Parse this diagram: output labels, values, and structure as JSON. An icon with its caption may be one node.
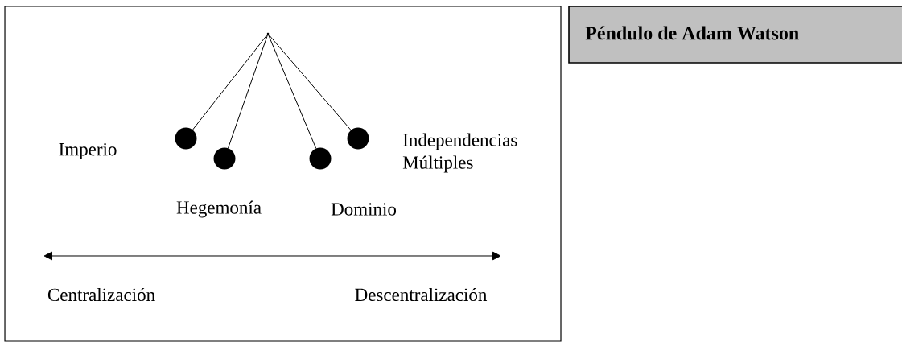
{
  "diagram": {
    "nodes": [
      {
        "text": [],
        "shape": "box"
      },
      {
        "text": [],
        "shape": "point",
        "in": 0
      },
      {
        "text": [],
        "shape": "circle",
        "in": 0
      },
      {
        "text": [],
        "shape": "circle",
        "in": 0
      },
      {
        "text": [],
        "shape": "circle",
        "in": 0
      },
      {
        "text": [],
        "shape": "circle",
        "in": 0
      },
      {
        "text": [
          "Péndulo de Adam Watson"
        ]
      }
    ],
    "edges": [
      {
        "from": 1,
        "to": 2,
        "arrow": "none"
      },
      {
        "from": 1,
        "to": 3,
        "arrow": "none"
      },
      {
        "from": 1,
        "to": 4,
        "arrow": "none"
      },
      {
        "from": 1,
        "to": 5,
        "arrow": "none"
      }
    ],
    "labels": [
      "Imperio",
      "Independencias Múltiples",
      "Hegemonía",
      "Dominio",
      "Centralización",
      "Descentralización"
    ]
  }
}
